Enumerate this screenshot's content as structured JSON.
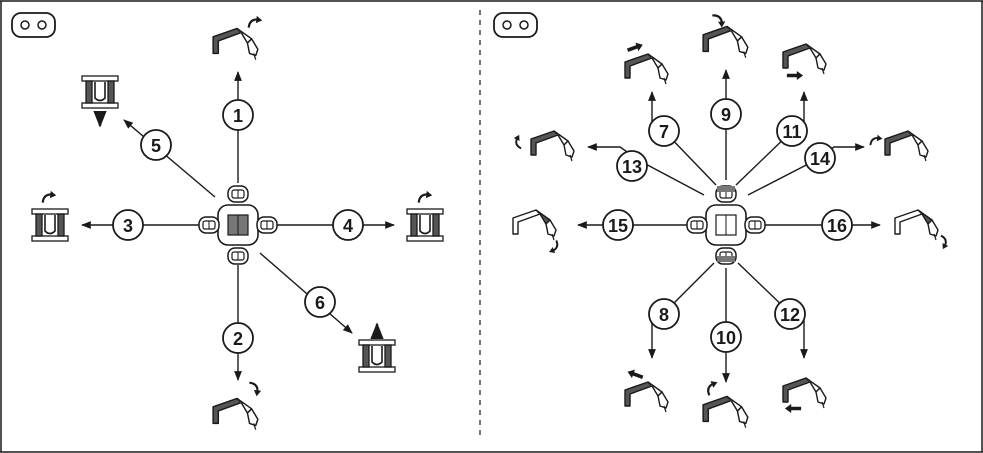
{
  "panels": [
    {
      "id": "left",
      "mode_icon": "two-button-mode-icon",
      "directions": [
        {
          "label": "1",
          "target_icon": "arm-rotate-top-icon"
        },
        {
          "label": "2",
          "target_icon": "arm-rotate-bottom-icon"
        },
        {
          "label": "3",
          "target_icon": "tracks-rotate-left-icon"
        },
        {
          "label": "4",
          "target_icon": "tracks-rotate-right-icon"
        },
        {
          "label": "5",
          "target_icon": "tracks-move-back-icon"
        },
        {
          "label": "6",
          "target_icon": "tracks-move-forward-icon"
        }
      ]
    },
    {
      "id": "right",
      "mode_icon": "two-button-mode-icon",
      "directions": [
        {
          "label": "7",
          "target_icon": "boom-move-left-icon"
        },
        {
          "label": "8",
          "target_icon": "boom-move-left-down-icon"
        },
        {
          "label": "9",
          "target_icon": "boom-rotate-top-icon"
        },
        {
          "label": "10",
          "target_icon": "boom-rotate-bottom-icon"
        },
        {
          "label": "11",
          "target_icon": "boom-move-right-icon"
        },
        {
          "label": "12",
          "target_icon": "boom-move-right-down-icon"
        },
        {
          "label": "13",
          "target_icon": "stick-rotate-up-icon"
        },
        {
          "label": "14",
          "target_icon": "stick-rotate-down-icon"
        },
        {
          "label": "15",
          "target_icon": "bucket-curl-in-icon"
        },
        {
          "label": "16",
          "target_icon": "bucket-curl-out-icon"
        }
      ]
    }
  ],
  "colors": {
    "line": "#1a1a1a",
    "fill_dark": "#555555",
    "fill_light": "#ffffff",
    "divider": "#1a1a1a"
  }
}
